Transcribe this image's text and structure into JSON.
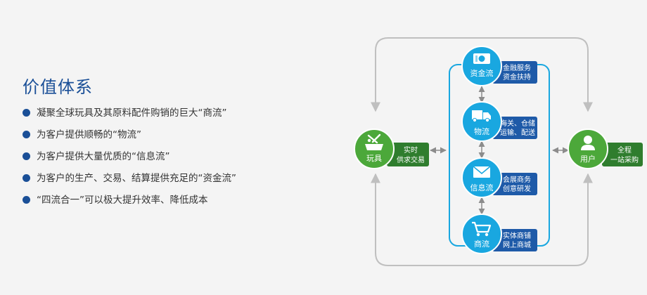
{
  "heading": "价值体系",
  "bullets": [
    "凝聚全球玩具及其原料配件购销的巨大“商流”",
    "为客户提供顺畅的“物流”",
    "为客户提供大量优质的“信息流”",
    "为客户的生产、交易、结算提供充足的“资金流”",
    "“四流合一”可以极大提升效率、降低成本"
  ],
  "flows": [
    {
      "label": "资金流",
      "tag": [
        "金融服务",
        "资金扶持"
      ],
      "icon": "money-icon"
    },
    {
      "label": "物流",
      "tag": [
        "海关、仓储",
        "运输、配送"
      ],
      "icon": "truck-icon"
    },
    {
      "label": "信息流",
      "tag": [
        "会展商务",
        "创意研发"
      ],
      "icon": "envelope-icon"
    },
    {
      "label": "商流",
      "tag": [
        "实体商铺",
        "网上商城"
      ],
      "icon": "cart-icon"
    }
  ],
  "toys": {
    "label": "玩具",
    "tag": [
      "实时",
      "供求交易"
    ],
    "icon": "toys-icon"
  },
  "user": {
    "label": "用户",
    "tag": [
      "全程",
      "一站采购"
    ],
    "icon": "user-icon"
  },
  "colors": {
    "heading": "#1a4f97",
    "flow_circle": "#19a7e0",
    "flow_tag": "#1e5aa8",
    "side_circle": "#4ca83a",
    "side_tag": "#2f7d2e",
    "outer_loop": "#bfbfbf",
    "inner_loop": "#19a7e0"
  }
}
